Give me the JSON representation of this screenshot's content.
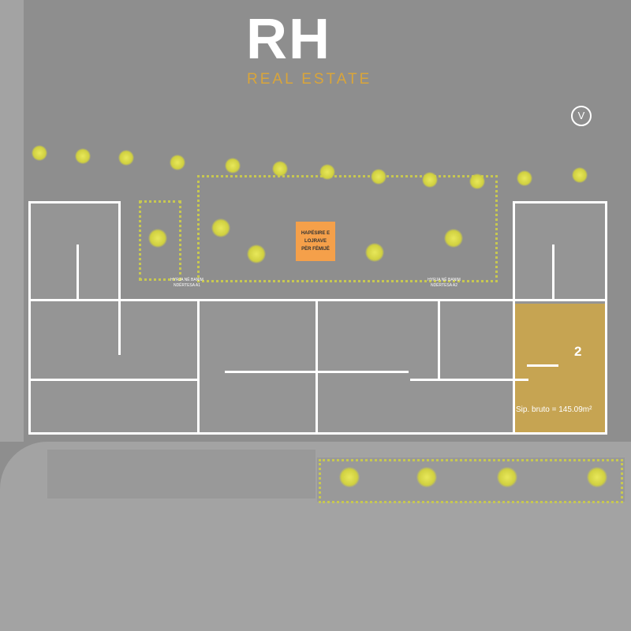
{
  "logo": {
    "mark": "RH",
    "subtitle": "REAL ESTATE"
  },
  "playground": {
    "line1": "HAPËSIRE E",
    "line2": "LOJRAVE",
    "line3": "PËR FËMIJË"
  },
  "entrances": [
    {
      "line1": "HYRJA NË BANIM",
      "line2": "NDËRTESA A1"
    },
    {
      "line1": "HYRJA NË BANIM",
      "line2": "NDËRTESA A2"
    }
  ],
  "unit": {
    "number": "2",
    "area_label": "Sip. bruto = 145.09m²"
  },
  "compass": {
    "glyph": "V"
  },
  "colors": {
    "highlight": "#c6a452",
    "brand": "#d9a53a",
    "playground": "#f5a04a"
  }
}
